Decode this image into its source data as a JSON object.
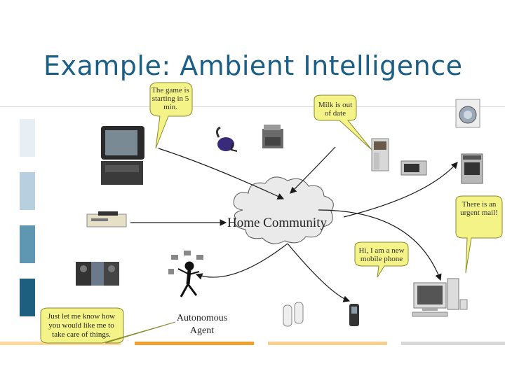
{
  "slide": {
    "title": "Example: Ambient Intelligence",
    "colors": {
      "title": "#1b5e86",
      "bubble_fill": "#f4f388",
      "bubble_stroke": "#8a8a30",
      "side_blocks": [
        "#e7eef4",
        "#b7cfdf",
        "#5f97b3",
        "#1c5f7e"
      ],
      "bottom_bars": [
        "#ffd89a",
        "#f0a030",
        "#f7d090",
        "#d8d8d8"
      ]
    }
  },
  "bubbles": {
    "game": "The game is starting in 5 min.",
    "milk": "Milk is out of date",
    "mail": "There is an urgent mail!",
    "phone": "Hi, I am a new mobile phone",
    "agent_note": "Just let me know how you would like me to take care of things."
  },
  "cloud": {
    "label": "Home Community"
  },
  "agent": {
    "label": "Autonomous Agent"
  },
  "devices": [
    {
      "name": "tv",
      "icon": "television-icon"
    },
    {
      "name": "vacuum",
      "icon": "vacuum-cleaner-icon"
    },
    {
      "name": "printer",
      "icon": "printer-icon"
    },
    {
      "name": "fridge",
      "icon": "refrigerator-icon"
    },
    {
      "name": "microwave",
      "icon": "microwave-icon"
    },
    {
      "name": "washer",
      "icon": "washing-machine-icon"
    },
    {
      "name": "stove",
      "icon": "stove-icon"
    },
    {
      "name": "vcr",
      "icon": "vcr-icon"
    },
    {
      "name": "stereo",
      "icon": "stereo-icon"
    },
    {
      "name": "computer",
      "icon": "desktop-computer-icon"
    },
    {
      "name": "mobile",
      "icon": "mobile-phone-icon"
    },
    {
      "name": "phones",
      "icon": "cordless-phones-icon"
    },
    {
      "name": "agent",
      "icon": "juggler-agent-icon"
    }
  ]
}
